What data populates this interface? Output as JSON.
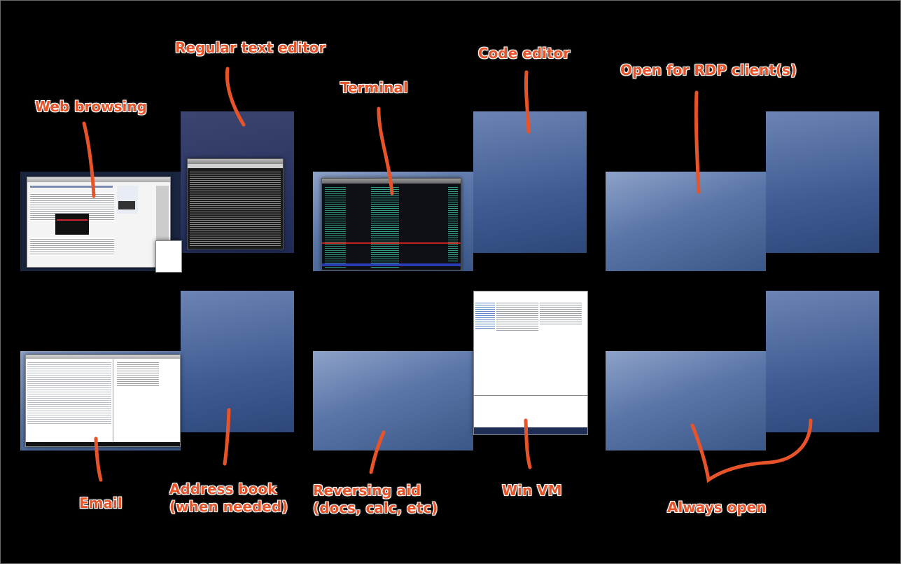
{
  "labels": {
    "web_browsing": "Web browsing",
    "regular_text_editor": "Regular text editor",
    "terminal": "Terminal",
    "code_editor": "Code editor",
    "open_rdp": "Open for RDP client(s)",
    "email": "Email",
    "address_book_1": "Address book",
    "address_book_2": "(when needed)",
    "reversing_aid_1": "Reversing aid",
    "reversing_aid_2": "(docs, calc, etc)",
    "win_vm": "Win VM",
    "always_open": "Always open"
  },
  "colors": {
    "annotation": "#e8542a",
    "background": "#000000",
    "desktop": "#5a76a8"
  }
}
